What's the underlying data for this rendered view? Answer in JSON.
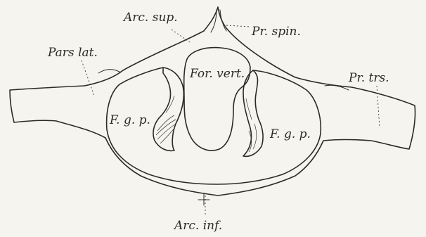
{
  "labels": {
    "arc_sup": "Arc. sup.",
    "pr_spin": "Pr. spin.",
    "pars_lat": "Pars lat.",
    "for_vert": "For. vert.",
    "pr_trs": "Pr. trs.",
    "fgp_left": "F. g. p.",
    "fgp_right": "F. g. p.",
    "arc_inf": "Arc. inf."
  },
  "colors": {
    "paper": "#f6f4ee",
    "ink": "#2b2a27"
  }
}
